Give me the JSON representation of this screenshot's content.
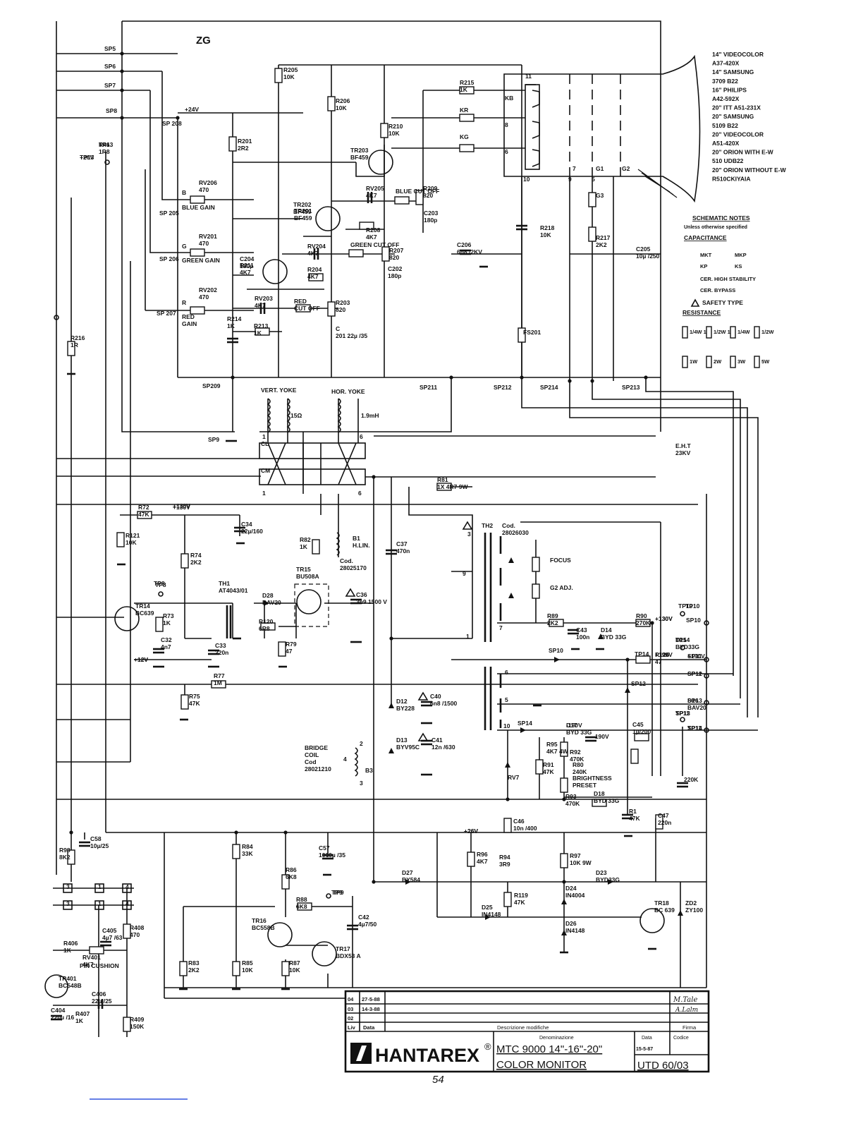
{
  "sheet": {
    "board_label": "ZG",
    "page_number": "54",
    "connectors": [
      "SP5",
      "SP6",
      "SP7",
      "SP8",
      "SP9",
      "SP209",
      "SP211",
      "SP212",
      "SP214",
      "SP213",
      "SP10",
      "SP11",
      "SP12",
      "SP13",
      "SP14"
    ],
    "test_points": [
      "TP13",
      "TP8",
      "TP9",
      "TP10",
      "TP14",
      "TP11"
    ],
    "supply_labels": [
      "+24V",
      "+26V",
      "+130V",
      "+12V",
      "+26V",
      "-190V",
      "+130V",
      "+190V"
    ]
  },
  "crt_note": {
    "lines": [
      "14\" VIDEOCOLOR",
      "A37-420X",
      "14\" SAMSUNG",
      "3709 B22",
      "16\" PHILIPS",
      "A42-592X",
      "20\" ITT A51-231X",
      "20\" SAMSUNG",
      "5109 B22",
      "20\" VIDEOCOLOR",
      "A51-420X",
      "20\" ORION WITH E-W",
      "510 UDB22",
      "20\" ORION WITHOUT E-W",
      "R510CKIYAIA"
    ]
  },
  "schematic_notes": {
    "heading": "SCHEMATIC NOTES",
    "subheading": "Unless otherwise specified",
    "capacitance": "CAPACITANCE",
    "cap_types": [
      "MKT",
      "MKP",
      "KP",
      "KS",
      "CER. HIGH STABILITY",
      "CER. BYPASS"
    ],
    "safety": "SAFETY TYPE",
    "resistance": "RESISTANCE",
    "res_types": [
      "1/4W 1%",
      "1/2W 1%",
      "1/4W",
      "1/2W",
      "1W",
      "2W",
      "3W",
      "5W"
    ]
  },
  "video_stage": {
    "labels": [
      "SP 208",
      "SP 205",
      "SP 206",
      "SP 207",
      "B",
      "G",
      "R",
      "BLUE GAIN",
      "GREEN GAIN",
      "RED GAIN",
      "RV206 470",
      "RV201 470",
      "RV202 470",
      "R205 10K",
      "R206 10K",
      "R201 2R2",
      "R210 10K",
      "TR203 BF459",
      "TR202 BF459",
      "TR201 BF459",
      "C204 180p",
      "R211 4K7",
      "RV205 4K7",
      "BLUE CUT OFF",
      "R209 820",
      "C203 180p",
      "R208 4K7",
      "RV204 4K7",
      "GREEN CUT OFF",
      "R207 820",
      "C202 180p",
      "R204 4K7",
      "RV203 4K7",
      "RED CUT OFF",
      "R203 820",
      "C 201 22µ /35",
      "R213 1K",
      "R214 1K",
      "R215 1K",
      "KR",
      "KG",
      "KB",
      "8",
      "6",
      "11",
      "10",
      "9",
      "5",
      "7",
      "G1",
      "G2",
      "G3",
      "R217 2K2",
      "R218 10K",
      "C206 6n8 /2KV",
      "C205 10µ /250",
      "FS201",
      "R216 1R",
      "R46 1R8",
      "TP13",
      "+26V"
    ]
  },
  "deflection": {
    "labels": [
      "VERT. YOKE",
      "HOR. YOKE",
      "15Ω",
      "1.9mH",
      "CL",
      "CM",
      "1",
      "6",
      "1",
      "6",
      "E.H.T 23KV",
      "R81 1X 4R7 9W",
      "TH2",
      "Cod. 28026030",
      "FOCUS",
      "G2 ADJ.",
      "3",
      "9",
      "1",
      "7",
      "6",
      "5",
      "10",
      "R72 47K",
      "+130V",
      "C34 22µ/160",
      "R121 10K",
      "R74 2K2",
      "R82 1K",
      "B1 H.LIN.",
      "Cod. 28025170",
      "C37 470n",
      "TR15 BU508A",
      "TH1 AT4043/01",
      "D28 BAV20",
      "R120 6R8",
      "R79 47",
      "C36 3n9 1500 V",
      "TR14 BC639",
      "R73 1K",
      "C32 4n7",
      "C33 220n",
      "+12V",
      "TP8",
      "R77 1M",
      "R75 47K",
      "D12 BY228",
      "C40 6n8 /1500",
      "D13 BYV95C",
      "C41 12n /630",
      "BRIDGE COIL Cod 28021210",
      "B3",
      "2",
      "4",
      "3",
      "R89 2K2",
      "C43 100n",
      "D14 BYD 33G",
      "R90 270K",
      "+130V",
      "TP10",
      "SP10",
      "D15 BYD33G",
      "TP14",
      "R126 47",
      "+190V",
      "SP11",
      "SP12",
      "D16 BAV20",
      "SP13",
      "TP11",
      "SP14",
      "D17 BYD 33G",
      "-190V",
      "C45 1µ/200",
      "R92 470K",
      "R91 47K",
      "R80 240K",
      "BRIGHTNESS PRESET",
      "RV7",
      "R93 470K",
      "D18 BYD 33G",
      "220K",
      "R1 47K",
      "C47 220n",
      "C46 10n /400",
      "R95 4K7 4W",
      "R94 3R9",
      "o",
      "o"
    ]
  },
  "power_stage": {
    "labels": [
      "+26V",
      "C58 10µ/25",
      "R98 8K2",
      "R84 33K",
      "C57 1000µ /35",
      "R96 4K7",
      "R97 10K 9W",
      "D27 BY584",
      "D23 BYD33G",
      "R86 6K8",
      "R88 6K8",
      "TP9",
      "R119 47K",
      "D24 IN4004",
      "TR18 BC 639",
      "ZD2 ZY100",
      "D25 IN4148",
      "D26 IN4148",
      "TR16 BC558B",
      "TR17 BDX53 A",
      "C42 4µ7/50",
      "R83 2K2",
      "R85 10K",
      "R87 10K",
      "R406 1K",
      "RV401 4K7",
      "PIN CUSHION",
      "C405 4µ7 /63",
      "R408 470",
      "TR401 BC548B",
      "C404 220µ /16",
      "R407 1K",
      "C406 22µ /25",
      "R409 150K",
      "3",
      "1",
      "4",
      "3",
      "1",
      "4"
    ]
  },
  "title_block": {
    "company": "HANTAREX",
    "registered_mark": "®",
    "rev_rows": [
      {
        "liv": "04",
        "data": "27-5-88"
      },
      {
        "liv": "03",
        "data": "14-3-88"
      },
      {
        "liv": "02",
        "data": ""
      }
    ],
    "col_liv": "Liv",
    "col_data": "Data",
    "col_desc": "Descrizione modifiche",
    "col_firma": "Firma",
    "signature_1": "M.Tale",
    "signature_2": "A.Lalm",
    "denominazione_label": "Denominazione",
    "model": "MTC 9000 14\"-16\"-20\"",
    "product": "COLOR MONITOR",
    "date_label": "Data",
    "date": "15-5-87",
    "code_label": "Codice",
    "code": "UTD 60/03"
  }
}
